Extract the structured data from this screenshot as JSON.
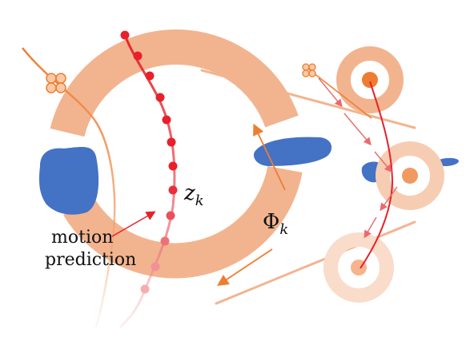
{
  "labels": {
    "motion_line1": "motion",
    "motion_line2": "prediction",
    "z_base": "z",
    "z_sub": "k",
    "phi_base": "Φ",
    "phi_sub": "k"
  },
  "colors": {
    "ring": "#f2b48f",
    "ring_light": "#f6cdb3",
    "ring_faint": "#f9dcca",
    "blob": "#4472c4",
    "orange": "#ee7d31",
    "red": "#e8202a",
    "red_arrow": "#e05050"
  },
  "icons": [
    "flower-icon-left",
    "flower-icon-right"
  ]
}
